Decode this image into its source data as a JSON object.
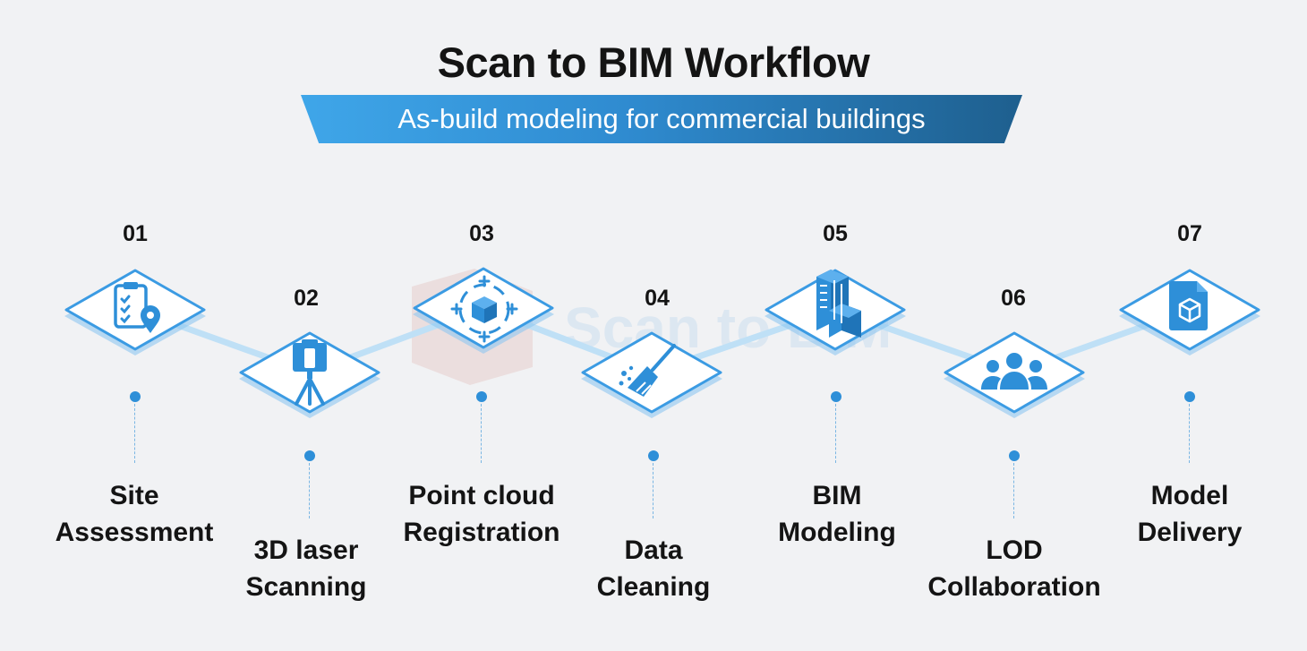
{
  "header": {
    "title": "Scan to BIM Workflow",
    "subtitle": "As-build modeling for commercial buildings"
  },
  "colors": {
    "accent": "#2e8fd8",
    "band_start": "#3fa6e9",
    "band_end": "#1e5f8e",
    "text": "#141414",
    "background": "#f1f2f4"
  },
  "watermark": {
    "text": "Scan to BIM"
  },
  "steps": [
    {
      "number": "01",
      "line1": "Site",
      "line2": "Assessment",
      "icon": "clipboard-location-icon"
    },
    {
      "number": "02",
      "line1": "3D laser",
      "line2": "Scanning",
      "icon": "laser-scanner-tripod-icon"
    },
    {
      "number": "03",
      "line1": "Point cloud",
      "line2": "Registration",
      "icon": "cube-target-icon"
    },
    {
      "number": "04",
      "line1": "Data",
      "line2": "Cleaning",
      "icon": "broom-icon"
    },
    {
      "number": "05",
      "line1": "BIM",
      "line2": "Modeling",
      "icon": "buildings-icon"
    },
    {
      "number": "06",
      "line1": "LOD",
      "line2": "Collaboration",
      "icon": "team-icon"
    },
    {
      "number": "07",
      "line1": "Model",
      "line2": "Delivery",
      "icon": "cube-document-icon"
    }
  ]
}
